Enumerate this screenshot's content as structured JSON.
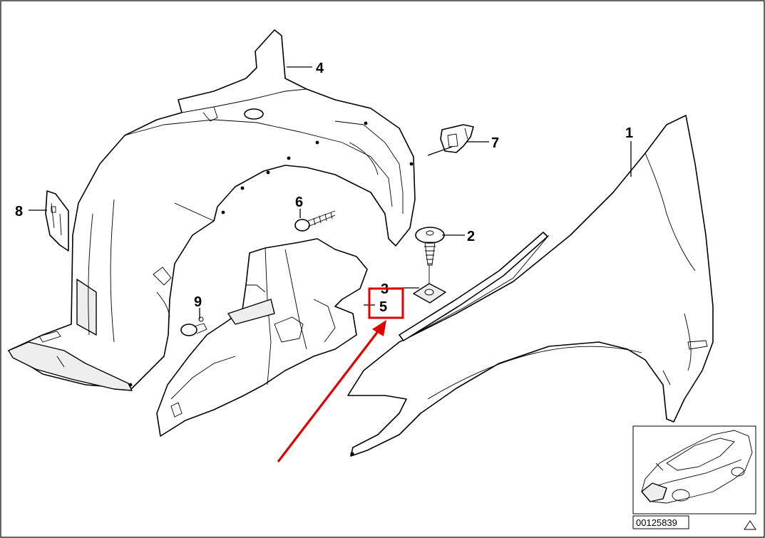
{
  "diagram": {
    "callouts": [
      {
        "id": "callout-1",
        "label": "1"
      },
      {
        "id": "callout-2",
        "label": "2"
      },
      {
        "id": "callout-3",
        "label": "3"
      },
      {
        "id": "callout-4",
        "label": "4"
      },
      {
        "id": "callout-5",
        "label": "5"
      },
      {
        "id": "callout-6",
        "label": "6"
      },
      {
        "id": "callout-7",
        "label": "7"
      },
      {
        "id": "callout-8",
        "label": "8"
      },
      {
        "id": "callout-9",
        "label": "9"
      }
    ],
    "highlighted_callout": "5",
    "document_id": "00125839",
    "colors": {
      "highlight": "#e00000",
      "arrow": "#e00000",
      "line": "#000000",
      "background": "#ffffff"
    }
  }
}
